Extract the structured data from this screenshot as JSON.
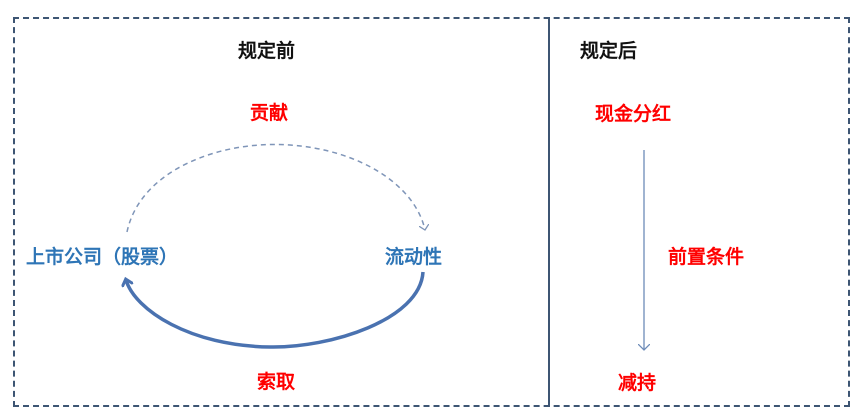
{
  "before": {
    "title": "规定前",
    "contribute_label": "贡献",
    "company_label": "上市公司（股票）",
    "liquidity_label": "流动性",
    "extract_label": "索取"
  },
  "after": {
    "title": "规定后",
    "dividend_label": "现金分红",
    "precondition_label": "前置条件",
    "reduction_label": "减持"
  },
  "colors": {
    "frame": "#3d5573",
    "title": "#111111",
    "emphasis": "#ff0000",
    "node": "#2e75b6",
    "arrow_solid": "#4a72b0",
    "arrow_dashed": "#7f95b8"
  }
}
